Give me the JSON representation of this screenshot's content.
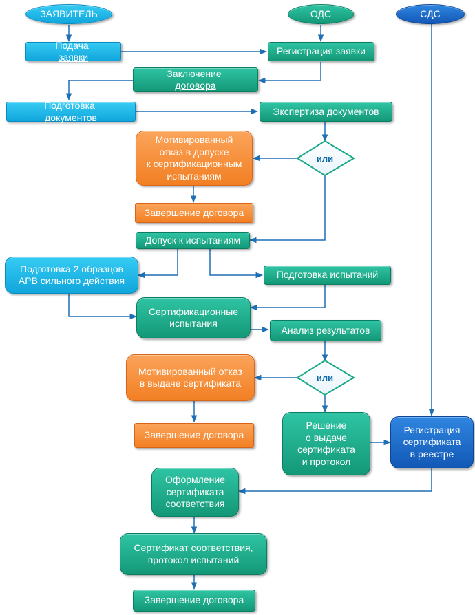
{
  "colors": {
    "teal": "#1aa888",
    "cyan": "#1fb6e8",
    "orange": "#f58a33",
    "dark_blue": "#1a66c6",
    "arrow": "#1f6fb5"
  },
  "roles": {
    "applicant": "ЗАЯВИТЕЛЬ",
    "ods": "ОДС",
    "sds": "СДС"
  },
  "nodes": {
    "submit_prefix": "Подача ",
    "submit_link": "заявки",
    "register_application": "Регистрация заявки",
    "contract_prefix": "Заключение ",
    "contract_link": "договора",
    "prep_docs_prefix": "Подготовка ",
    "prep_docs_link": "документов",
    "doc_expertise": "Экспертиза документов",
    "refusal_admission": "Мотивированный\nотказ в допуске\nк сертификационным\nиспытаниям",
    "or_1": "или",
    "end_contract_1": "Завершение договора",
    "admission": "Допуск к испытаниям",
    "prep_samples": "Подготовка 2 образцов\nАРВ сильного действия",
    "prep_tests": "Подготовка испытаний",
    "cert_tests": "Сертификационные\nиспытания",
    "analysis": "Анализ результатов",
    "refusal_certificate": "Мотивированный отказ\nв выдаче сертификата",
    "or_2": "или",
    "decision": "Решение\nо выдаче\nсертификата\nи протокол",
    "registry": "Регистрация\nсертификата\nв реестре",
    "end_contract_2": "Завершение договора",
    "issue_certificate": "Оформление\nсертификата\nсоответствия",
    "certificate_protocol": "Сертификат  соответствия,\nпротокол  испытаний",
    "end_contract_3": "Завершение договора"
  }
}
